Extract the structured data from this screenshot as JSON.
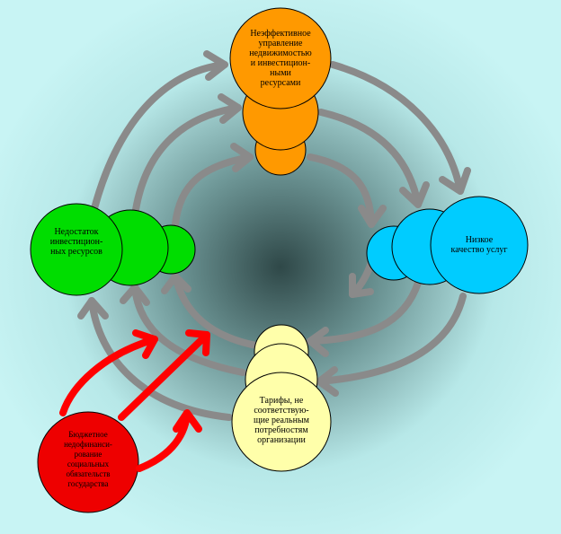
{
  "nodes": {
    "top": {
      "label": "Неэффективное\nуправление\nнедвижимостью\nи инвестицион-\nными\nресурсами",
      "color": "#ff9900"
    },
    "left": {
      "label": "Недостаток\nинвестицион-\nных  ресурсов",
      "color": "#00dd00"
    },
    "right": {
      "label": "Низкое\nкачество услуг",
      "color": "#00ccff"
    },
    "bottom": {
      "label": "Тарифы, не\nсоответствую-\nщие реальным\nпотребностям\nорганизации",
      "color": "#ffffaa"
    },
    "budget": {
      "label": "Бюджетное\nнедофинанси-\nрование\nсоциальных\nобязательств\nгосударства",
      "color": "#ee0000"
    }
  },
  "colors": {
    "arrow_gray": "#8a8a8a",
    "arrow_red": "#ff0000",
    "background_outer": "#c8f4f4",
    "background_inner": "#3a5555"
  }
}
